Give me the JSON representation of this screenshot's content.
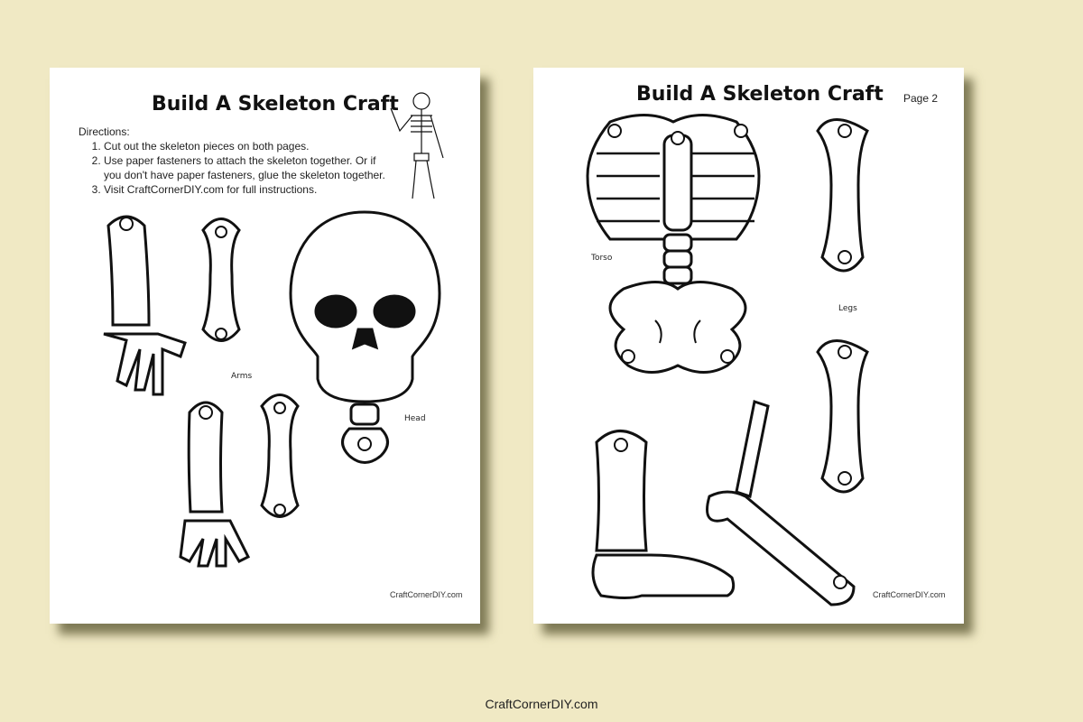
{
  "page1": {
    "title": "Build A Skeleton Craft",
    "directions_heading": "Directions:",
    "directions": [
      "Cut out the skeleton pieces on both pages.",
      "Use paper fasteners to attach the skeleton together. Or if you don't have paper fasteners, glue the skeleton together.",
      "Visit CraftCornerDIY.com for full instructions."
    ],
    "labels": {
      "arms": "Arms",
      "head": "Head"
    },
    "footer": "CraftCornerDIY.com"
  },
  "page2": {
    "title": "Build A Skeleton Craft",
    "page_number": "Page 2",
    "labels": {
      "torso": "Torso",
      "legs": "Legs"
    },
    "footer": "CraftCornerDIY.com"
  },
  "bottom_caption": "CraftCornerDIY.com",
  "colors": {
    "background": "#f0e9c4",
    "page": "#ffffff",
    "ink": "#111111"
  }
}
